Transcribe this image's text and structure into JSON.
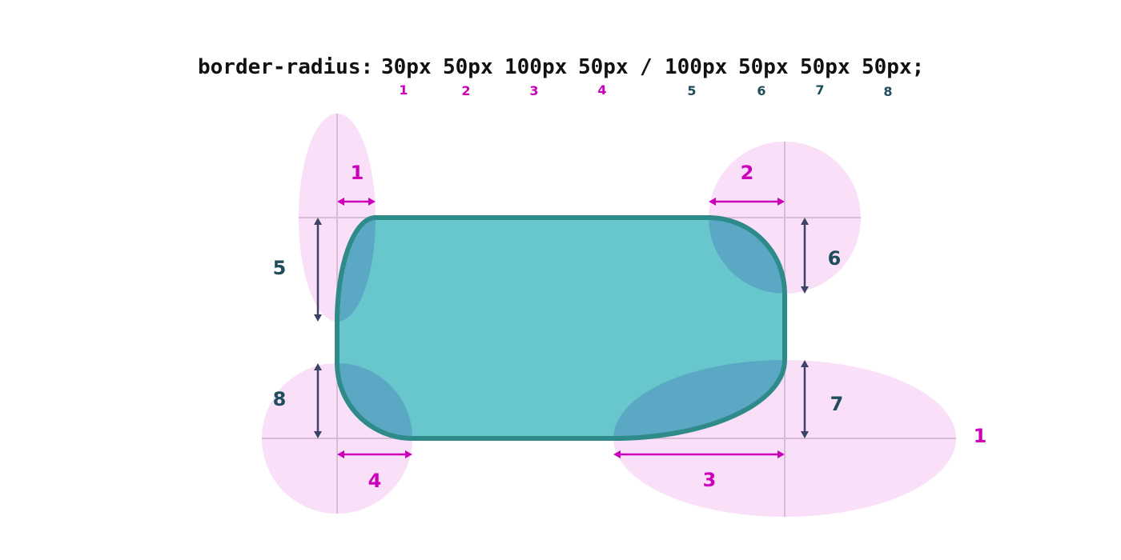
{
  "code": {
    "prop": "border-radius:",
    "values": [
      "30px",
      "50px",
      "100px",
      "50px",
      "/",
      "100px",
      "50px",
      "50px",
      "50px;"
    ]
  },
  "indices": [
    "1",
    "2",
    "3",
    "4",
    "5",
    "6",
    "7",
    "8"
  ],
  "horizontal_labels": [
    "1",
    "2",
    "3",
    "4"
  ],
  "vertical_labels": [
    "5",
    "6",
    "7",
    "8"
  ],
  "stray_label": "1",
  "colors": {
    "horizontal": "#cc00bb",
    "vertical": "#1f4d5c",
    "ellipse_fill": "#f9dff7",
    "guide": "#d8bcd6",
    "box_fill": "#67c7cc",
    "box_stroke": "#2e8b89",
    "overlap": "#5aa8c4",
    "arrow_vertical": "#3b4468"
  }
}
